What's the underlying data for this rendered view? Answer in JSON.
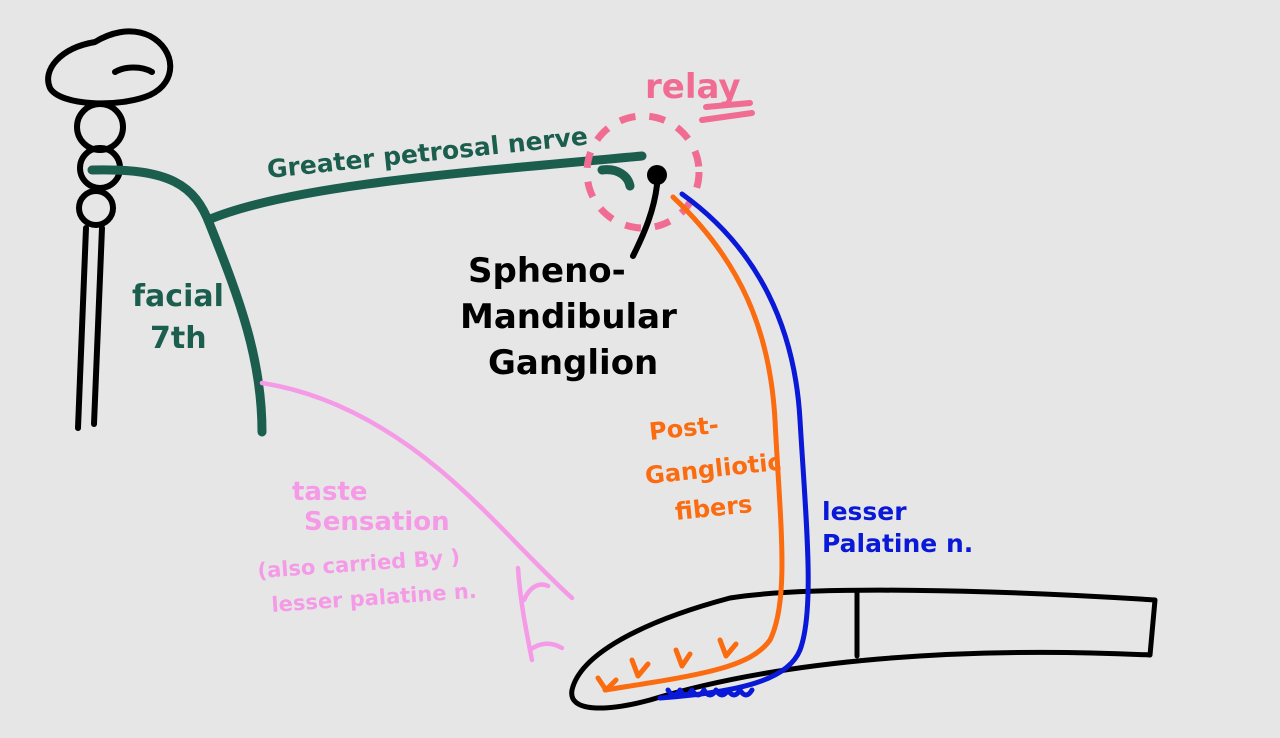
{
  "labels": {
    "relay": "relay",
    "greater_petrosal": "Greater petrosal nerve",
    "facial_line1": "facial",
    "facial_line2": "7th",
    "ganglion_line1": "Spheno-",
    "ganglion_line2": "Mandibular",
    "ganglion_line3": "Ganglion",
    "postganglionic_line1": "Post-",
    "postganglionic_line2": "Gangliotic",
    "postganglionic_line3": "fibers",
    "lesser_palatine_line1": "lesser",
    "lesser_palatine_line2": "Palatine n.",
    "taste_line1": "taste",
    "taste_line2": "Sensation",
    "taste_line3": "(also carried By )",
    "taste_line4": "lesser palatine n."
  },
  "colors": {
    "background": "#e6e6e6",
    "outline": "#000000",
    "facial_nerve": "#1c5e4e",
    "relay": "#f06c93",
    "taste": "#f59ae6",
    "postganglionic": "#fb6b10",
    "lesser_palatine": "#0a18d8"
  }
}
